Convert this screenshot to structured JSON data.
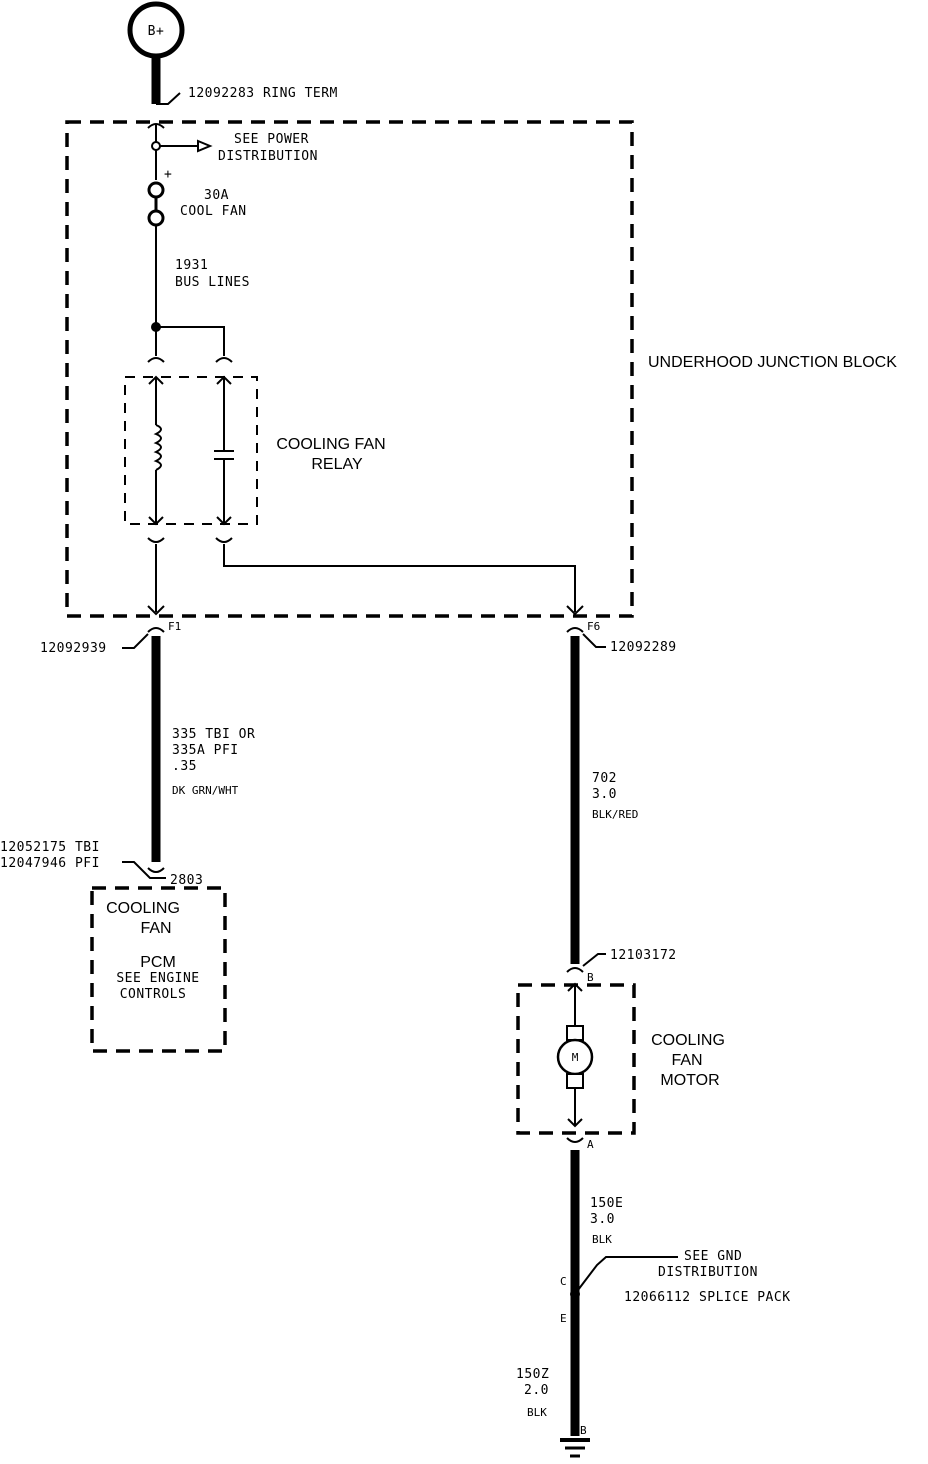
{
  "battery": {
    "label": "B+"
  },
  "junction_block": {
    "name": "UNDERHOOD JUNCTION BLOCK",
    "ring_term": "12092283  RING TERM",
    "power_dist": [
      "SEE POWER",
      "DISTRIBUTION"
    ],
    "fuse": [
      "30A",
      "COOL FAN"
    ],
    "fuse_plus": "+",
    "bus": [
      "1931",
      "BUS LINES"
    ],
    "relay": [
      "COOLING FAN",
      "RELAY"
    ],
    "conn_f1": "F1",
    "conn_f6": "F6",
    "conn_f1_part": "12092939",
    "conn_f6_part": "12092289"
  },
  "left_wire": [
    "335 TBI OR",
    "335A PFI",
    ".35",
    "DK GRN/WHT"
  ],
  "pcm": {
    "parts": [
      "12052175 TBI",
      "12047946 PFI"
    ],
    "pin": "2803",
    "name": [
      "COOLING",
      "FAN"
    ],
    "pcm_label": "PCM",
    "see": [
      "SEE ENGINE",
      "CONTROLS"
    ]
  },
  "right_wire": [
    "702",
    "3.0",
    "BLK/RED"
  ],
  "motor": {
    "part": "12103172",
    "pin_b": "B",
    "pin_a": "A",
    "symbol": "M",
    "name": [
      "COOLING",
      "FAN",
      "MOTOR"
    ]
  },
  "ground_wire_upper": [
    "150E",
    "3.0",
    "BLK"
  ],
  "splice": {
    "see": [
      "SEE GND",
      "DISTRIBUTION"
    ],
    "pack": "12066112  SPLICE PACK",
    "pin_c": "C",
    "pin_e": "E"
  },
  "ground_wire_lower": [
    "150Z",
    "2.0",
    "BLK"
  ],
  "ground_pin": "B"
}
